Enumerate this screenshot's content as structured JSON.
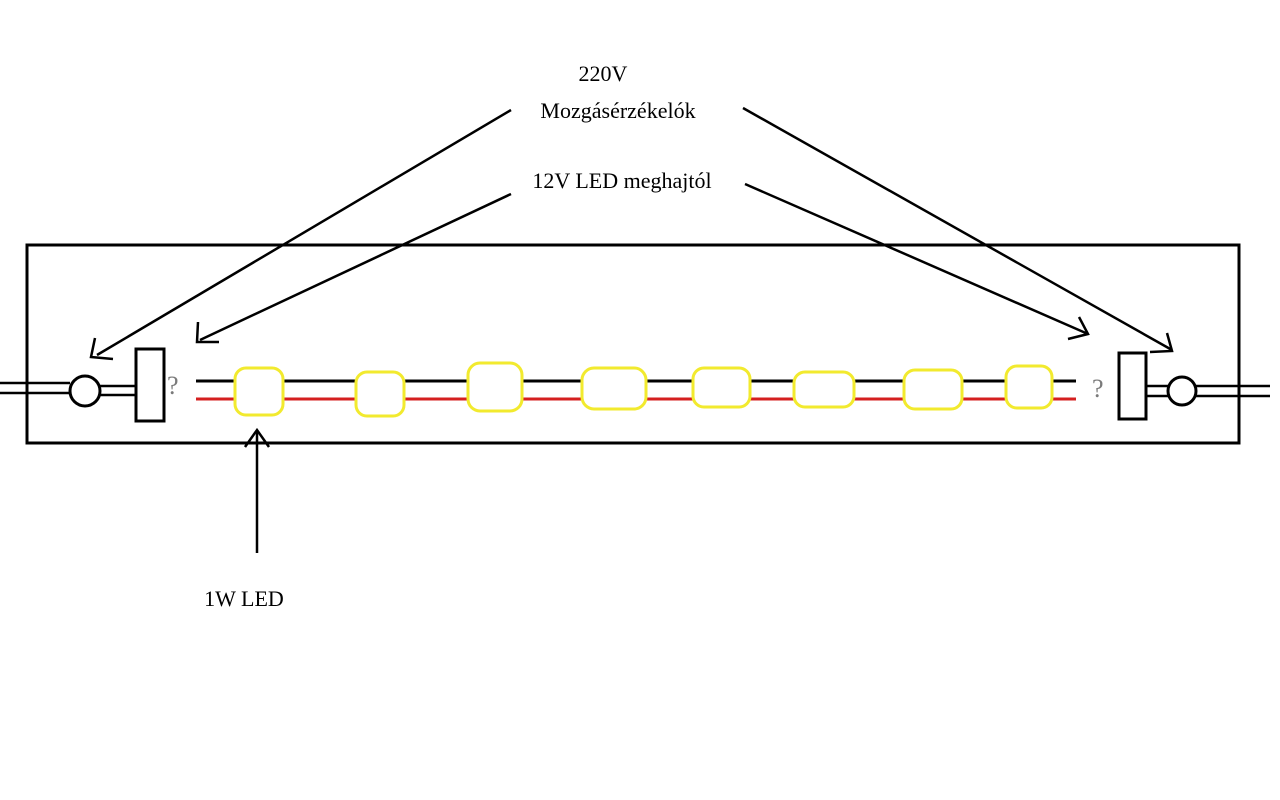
{
  "labels": {
    "voltage": "220V",
    "motion_sensors": "Mozgásérzékelók",
    "driver": "12V LED meghajtól",
    "led": "1W LED"
  },
  "unknown_marks": {
    "left": "?",
    "right": "?"
  },
  "colors": {
    "line": "#000000",
    "wire_positive": "#d41f1f",
    "wire_negative": "#000000",
    "led_outline": "#f2ea2e",
    "question_mark": "#7a7a7a",
    "background": "#ffffff"
  },
  "led_count": 8
}
